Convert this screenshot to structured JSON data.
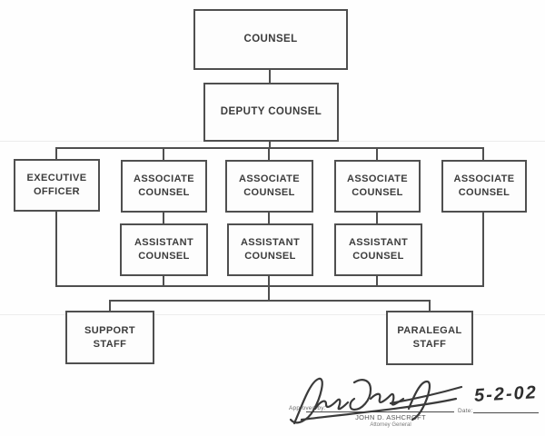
{
  "org_chart": {
    "nodes": {
      "counsel": {
        "label": "COUNSEL"
      },
      "deputy_counsel": {
        "label": "DEPUTY COUNSEL"
      },
      "executive_officer": {
        "label": "EXECUTIVE\nOFFICER"
      },
      "associate_counsel_1": {
        "label": "ASSOCIATE\nCOUNSEL"
      },
      "associate_counsel_2": {
        "label": "ASSOCIATE\nCOUNSEL"
      },
      "associate_counsel_3": {
        "label": "ASSOCIATE\nCOUNSEL"
      },
      "associate_counsel_4": {
        "label": "ASSOCIATE\nCOUNSEL"
      },
      "assistant_counsel_1": {
        "label": "ASSISTANT\nCOUNSEL"
      },
      "assistant_counsel_2": {
        "label": "ASSISTANT\nCOUNSEL"
      },
      "assistant_counsel_3": {
        "label": "ASSISTANT\nCOUNSEL"
      },
      "support_staff": {
        "label": "SUPPORT\nSTAFF"
      },
      "paralegal_staff": {
        "label": "PARALEGAL\nSTAFF"
      }
    },
    "edges": [
      [
        "counsel",
        "deputy_counsel"
      ],
      [
        "deputy_counsel",
        "executive_officer"
      ],
      [
        "deputy_counsel",
        "associate_counsel_1"
      ],
      [
        "deputy_counsel",
        "associate_counsel_2"
      ],
      [
        "deputy_counsel",
        "associate_counsel_3"
      ],
      [
        "deputy_counsel",
        "associate_counsel_4"
      ],
      [
        "associate_counsel_1",
        "assistant_counsel_1"
      ],
      [
        "associate_counsel_2",
        "assistant_counsel_2"
      ],
      [
        "associate_counsel_3",
        "assistant_counsel_3"
      ],
      [
        "staff_bus",
        "support_staff"
      ],
      [
        "staff_bus",
        "paralegal_staff"
      ]
    ]
  },
  "approval": {
    "approved_by_label": "Approved by:",
    "signatory_name": "JOHN D. ASHCROFT",
    "signatory_title": "Attorney General",
    "date_label": "Date:",
    "date_value": "5-2-02"
  },
  "colors": {
    "line": "#4f4f4f",
    "text": "#3c3c3c",
    "background": "#fefefe"
  }
}
